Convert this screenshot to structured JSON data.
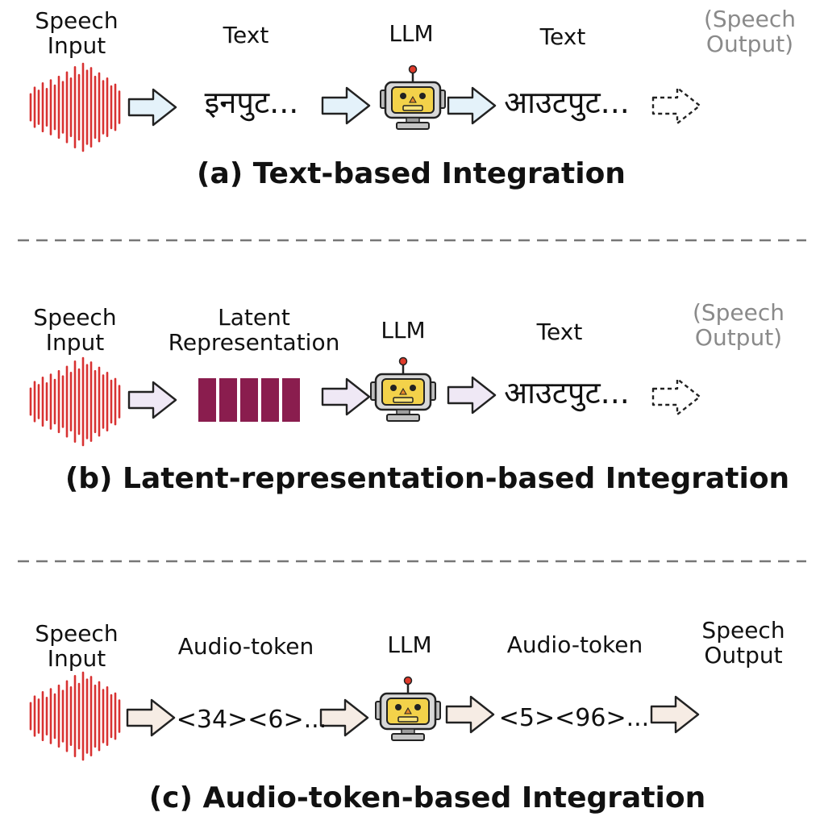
{
  "panels": [
    {
      "input_label": "Speech\nInput",
      "mid_label": "Text",
      "mid_content": "इनपुट...",
      "llm_label": "LLM",
      "out_label": "Text",
      "out_content": "आउटपुट...",
      "speech_out_label": "(Speech\nOutput)",
      "caption": "(a) Text-based Integration",
      "arrow_color": "#e4f2fa",
      "speech_output_faded": true
    },
    {
      "input_label": "Speech\nInput",
      "mid_label": "Latent\nRepresentation",
      "llm_label": "LLM",
      "out_label": "Text",
      "out_content": "आउटपुट...",
      "speech_out_label": "(Speech\nOutput)",
      "caption": "(b) Latent-representation-based Integration",
      "arrow_color": "#efe8f5",
      "speech_output_faded": true
    },
    {
      "input_label": "Speech\nInput",
      "mid_label": "Audio-token",
      "mid_content": "<34><6>...",
      "llm_label": "LLM",
      "out_label": "Audio-token",
      "out_content": "<5><96>...",
      "speech_out_label": "Speech\nOutput",
      "caption": "(c) Audio-token-based Integration",
      "arrow_color": "#f6ece4",
      "speech_output_faded": false
    }
  ],
  "colors": {
    "speech_input_wave": "#d83232",
    "speech_output_faded_wave": "#b9b2dc",
    "speech_output_wave": "#3b3a9a",
    "latent_block": "#8a1d4e",
    "robot_face": "#f3d24a",
    "robot_body": "#d8d8d8",
    "robot_antenna": "#e03a2a",
    "divider": "#777777"
  },
  "icons": [
    "speech-waveform-icon",
    "robot-icon",
    "arrow-right-icon",
    "dashed-arrow-icon",
    "latent-block-icon"
  ]
}
